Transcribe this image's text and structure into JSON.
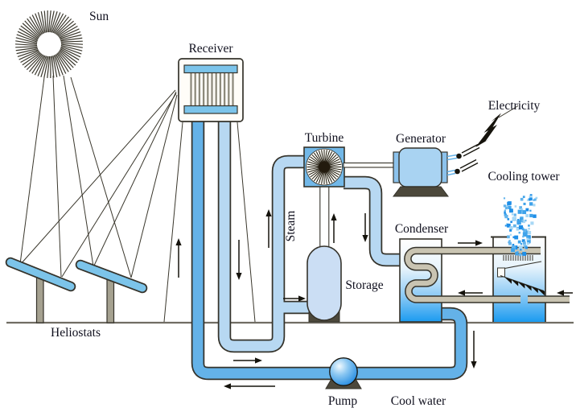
{
  "diagram": {
    "labels": {
      "sun": "Sun",
      "receiver": "Receiver",
      "heliostats": "Heliostats",
      "steam": "Steam",
      "storage": "Storage",
      "turbine": "Turbine",
      "generator": "Generator",
      "electricity": "Electricity",
      "cooling_tower": "Cooling tower",
      "condenser": "Condenser",
      "pump": "Pump",
      "cool_water": "Cool water"
    },
    "palette": {
      "pipe_hot": "#b7d8f2",
      "pipe_cold": "#64b2e8",
      "outline": "#35332b",
      "gray_pipe": "#c9c4b2",
      "mirror": "#7cc4ea",
      "turbine_box": "#72b8e8",
      "generator_body": "#a9d3f2",
      "storage_tank": "#cbdef4",
      "water_deep": "#1b9bf0",
      "dark_base": "#4c483b",
      "ground": "#716d64",
      "ink": "#15130c",
      "spray": [
        "#1f8fe8",
        "#63b4ec",
        "#a8d8f5",
        "#3fa3ea"
      ]
    }
  }
}
